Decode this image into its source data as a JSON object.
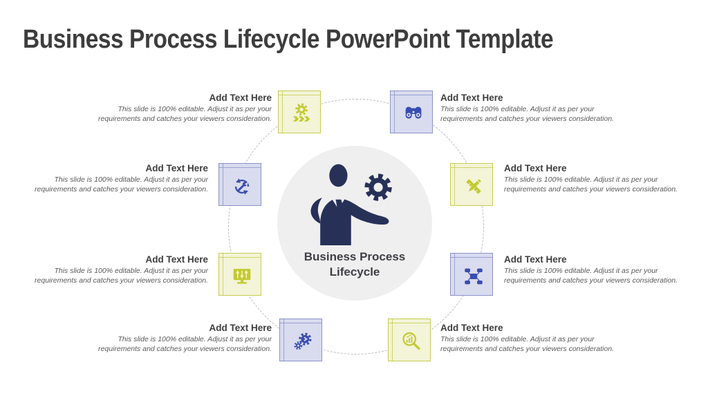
{
  "title": "Business Process Lifecycle PowerPoint Template",
  "center": {
    "icon": "businessman-gear-icon",
    "label_line1": "Business Process",
    "label_line2": "Lifecycle"
  },
  "items": [
    {
      "position": "top-left",
      "theme": "yellow",
      "icon": "gear-process-flow-icon",
      "heading": "Add Text Here",
      "desc": [
        "This slide is 100% editable. Adjust it as per your",
        "requirements and catches your viewers consideration."
      ]
    },
    {
      "position": "top-right",
      "theme": "blue",
      "icon": "binoculars-icon",
      "heading": "Add Text Here",
      "desc": [
        "This slide is 100% editable. Adjust it as per your",
        "requirements and catches your viewers consideration."
      ]
    },
    {
      "position": "right-upper",
      "theme": "yellow",
      "icon": "pencil-ruler-icon",
      "heading": "Add Text Here",
      "desc": [
        "This slide is 100% editable. Adjust it as per your",
        "requirements and catches your viewers consideration."
      ]
    },
    {
      "position": "right-lower",
      "theme": "blue",
      "icon": "network-hub-icon",
      "heading": "Add Text Here",
      "desc": [
        "This slide is 100% editable. Adjust it as per your",
        "requirements and catches your viewers consideration."
      ]
    },
    {
      "position": "bottom-right",
      "theme": "yellow",
      "icon": "magnifier-chart-icon",
      "heading": "Add Text Here",
      "desc": [
        "This slide is 100% editable. Adjust it as per your",
        "requirements and catches your viewers consideration."
      ]
    },
    {
      "position": "bottom-left",
      "theme": "blue",
      "icon": "gears-play-icon",
      "heading": "Add Text Here",
      "desc": [
        "This slide is 100% editable. Adjust it as per your",
        "requirements and catches your viewers consideration."
      ]
    },
    {
      "position": "left-lower",
      "theme": "yellow",
      "icon": "monitor-sliders-icon",
      "heading": "Add Text Here",
      "desc": [
        "This slide is 100% editable. Adjust it as per your",
        "requirements and catches your viewers consideration."
      ]
    },
    {
      "position": "left-upper",
      "theme": "blue",
      "icon": "wrench-sync-icon",
      "heading": "Add Text Here",
      "desc": [
        "This slide is 100% editable. Adjust it as per your",
        "requirements and catches your viewers consideration."
      ]
    }
  ],
  "colors": {
    "yellow_fill": "#f3f4d8",
    "yellow_border": "#c6cc4f",
    "yellow_icon": "#c3ca30",
    "blue_fill": "#d9dbef",
    "blue_border": "#8b93c8",
    "blue_icon": "#3a4db0",
    "navy": "#273158",
    "center_circle": "#efefef",
    "title_text": "#3d3d3d",
    "heading_text": "#3d3d3d",
    "desc_text": "#595959",
    "ring": "#b9b9b9"
  }
}
